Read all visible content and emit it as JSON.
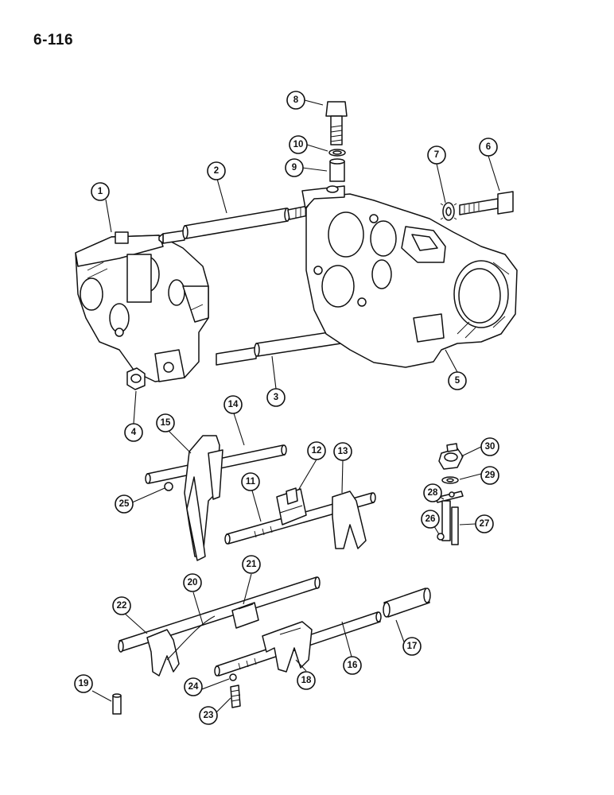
{
  "page_number": "6-116",
  "callouts": [
    {
      "label": "1"
    },
    {
      "label": "2"
    },
    {
      "label": "3"
    },
    {
      "label": "4"
    },
    {
      "label": "5"
    },
    {
      "label": "6"
    },
    {
      "label": "7"
    },
    {
      "label": "8"
    },
    {
      "label": "9"
    },
    {
      "label": "10"
    },
    {
      "label": "11"
    },
    {
      "label": "12"
    },
    {
      "label": "13"
    },
    {
      "label": "14"
    },
    {
      "label": "15"
    },
    {
      "label": "16"
    },
    {
      "label": "17"
    },
    {
      "label": "18"
    },
    {
      "label": "19"
    },
    {
      "label": "20"
    },
    {
      "label": "21"
    },
    {
      "label": "22"
    },
    {
      "label": "23"
    },
    {
      "label": "24"
    },
    {
      "label": "25"
    },
    {
      "label": "26"
    },
    {
      "label": "27"
    },
    {
      "label": "28"
    },
    {
      "label": "29"
    },
    {
      "label": "30"
    }
  ]
}
